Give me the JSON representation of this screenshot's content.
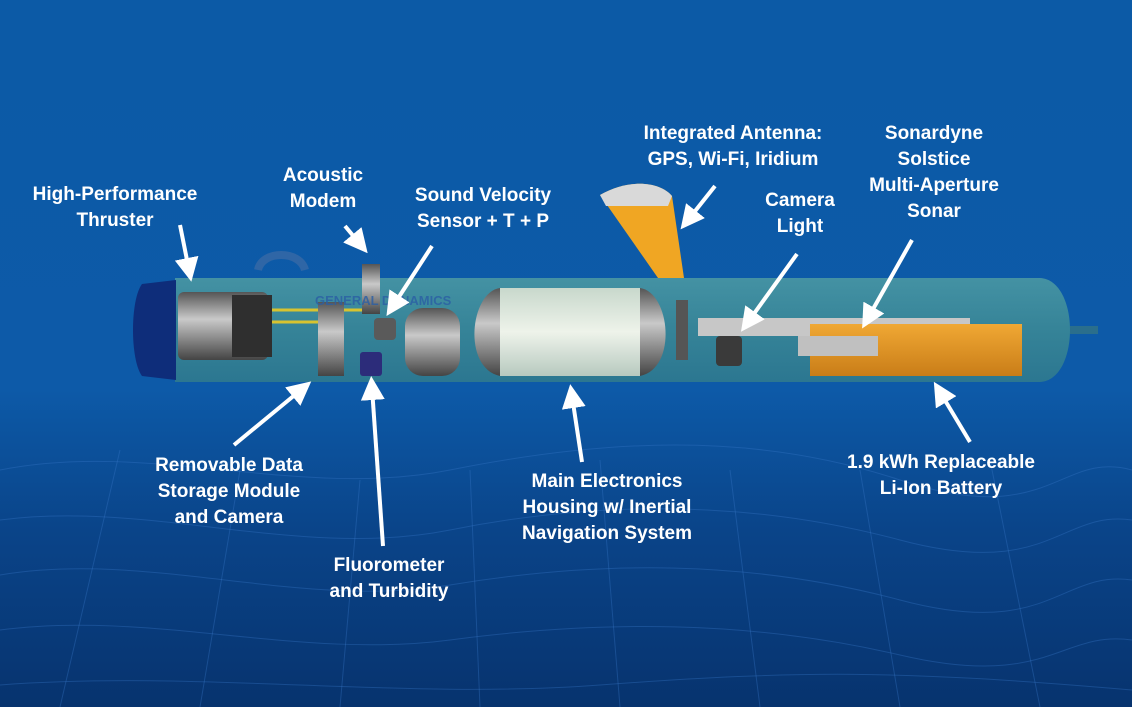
{
  "logo_text": "GENERAL DYNAMICS",
  "colors": {
    "background": "#0d5aa8",
    "label_text": "#ffffff",
    "battery": "#e79a2a",
    "antenna": "#f0a623",
    "hull": "#3f8f9a"
  },
  "labels": [
    {
      "id": "thruster",
      "lines": [
        "High-Performance",
        "Thruster"
      ]
    },
    {
      "id": "acoustic-modem",
      "lines": [
        "Acoustic",
        "Modem"
      ]
    },
    {
      "id": "sound-velocity",
      "lines": [
        "Sound Velocity",
        "Sensor + T + P"
      ]
    },
    {
      "id": "antenna",
      "lines": [
        "Integrated Antenna:",
        "GPS, Wi-Fi, Iridium"
      ]
    },
    {
      "id": "camera-light",
      "lines": [
        "Camera",
        "Light"
      ]
    },
    {
      "id": "sonar",
      "lines": [
        "Sonardyne",
        "Solstice",
        "Multi-Aperture",
        "Sonar"
      ]
    },
    {
      "id": "data-storage",
      "lines": [
        "Removable Data",
        "Storage Module",
        "and Camera"
      ]
    },
    {
      "id": "fluorometer",
      "lines": [
        "Fluorometer",
        "and Turbidity"
      ]
    },
    {
      "id": "electronics",
      "lines": [
        "Main Electronics",
        "Housing w/ Inertial",
        "Navigation System"
      ]
    },
    {
      "id": "battery",
      "lines": [
        "1.9 kWh Replaceable",
        "Li-Ion Battery"
      ]
    }
  ]
}
